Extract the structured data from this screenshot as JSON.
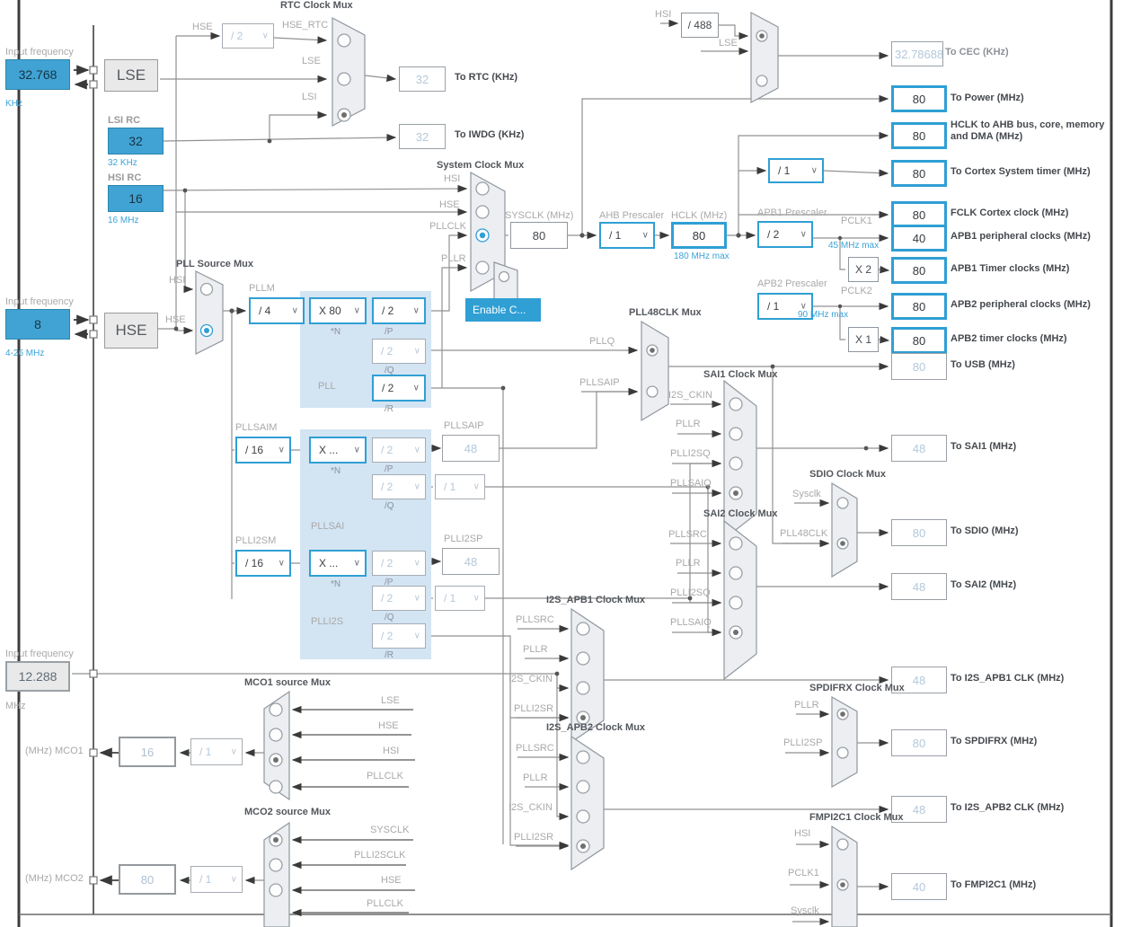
{
  "colors": {
    "accent": "#2f9fd4",
    "fill_blue": "#41a3d4",
    "disabled_text": "#b4c8da",
    "pll_block": "#d3e4f3",
    "note_blue": "#3aa3d9"
  },
  "left": {
    "lse_freq_label": "Input frequency",
    "lse_freq": "32.768",
    "lse_unit": "KHz",
    "lse": "LSE",
    "lsi_title": "LSI RC",
    "lsi_value": "32",
    "lsi_unit": "32 KHz",
    "hsi_title": "HSI RC",
    "hsi_value": "16",
    "hsi_unit": "16 MHz",
    "hse_freq_label": "Input frequency",
    "hse_freq": "8",
    "hse_range": "4-26 MHz",
    "hse": "HSE",
    "i2s_freq_label": "Input frequency",
    "i2s_freq": "12.288",
    "i2s_unit": "MHz",
    "mco1_label": "(MHz) MCO1",
    "mco1_value": "16",
    "mco1_div": "/ 1",
    "mco2_label": "(MHz) MCO2",
    "mco2_value": "80",
    "mco2_div": "/ 1"
  },
  "rtc": {
    "title": "RTC Clock Mux",
    "hse_label": "HSE",
    "hse_div": "/ 2",
    "hse_rtc": "HSE_RTC",
    "lse": "LSE",
    "lsi": "LSI",
    "selected": "LSI",
    "rtc_value": "32",
    "rtc_label": "To RTC (KHz)",
    "iwdg_value": "32",
    "iwdg_label": "To IWDG (KHz)"
  },
  "cec": {
    "hsi": "HSI",
    "div": "/ 488",
    "lse": "LSE",
    "selected": "HSI",
    "value": "32.78688",
    "label": "To CEC (KHz)"
  },
  "system": {
    "title": "System Clock Mux",
    "inputs": [
      "HSI",
      "HSE",
      "PLLCLK",
      "PLLR"
    ],
    "selected": "PLLCLK",
    "sysclk_label": "SYSCLK (MHz)",
    "sysclk": "80",
    "ahb_label": "AHB Prescaler",
    "ahb_div": "/ 1",
    "hclk_label": "HCLK (MHz)",
    "hclk": "80",
    "hclk_max": "180 MHz max"
  },
  "right": {
    "power": {
      "value": "80",
      "label": "To Power (MHz)"
    },
    "hclk_ahb": {
      "value": "80",
      "label": "HCLK to AHB bus, core, memory and DMA (MHz)"
    },
    "cortex": {
      "div": "/ 1",
      "value": "80",
      "label": "To Cortex System timer (MHz)"
    },
    "fclk": {
      "value": "80",
      "label": "FCLK Cortex clock (MHz)"
    },
    "apb1": {
      "presc_label": "APB1 Prescaler",
      "div": "/ 2",
      "pclk_label": "PCLK1",
      "max": "45 MHz max",
      "value": "40",
      "label": "APB1 peripheral clocks (MHz)",
      "mult": "X 2",
      "timer_value": "80",
      "timer_label": "APB1 Timer clocks (MHz)"
    },
    "apb2": {
      "presc_label": "APB2 Prescaler",
      "div": "/ 1",
      "pclk_label": "PCLK2",
      "max": "90 MHz max",
      "value": "80",
      "label": "APB2 peripheral clocks (MHz)",
      "mult": "X 1",
      "timer_value": "80",
      "timer_label": "APB2 timer clocks (MHz)"
    },
    "usb": {
      "value": "80",
      "label": "To USB (MHz)"
    }
  },
  "pll": {
    "title": "PLL Source Mux",
    "inputs": [
      "HSI",
      "HSE"
    ],
    "selected": "HSE",
    "pllm_label": "PLLM",
    "pllm": "/ 4",
    "n": "X 80",
    "n_label": "*N",
    "p": "/ 2",
    "p_label": "/P",
    "q": "/ 2",
    "q_label": "/Q",
    "r": "/ 2",
    "r_label": "/R",
    "block_label": "PLL",
    "enable_btn": "Enable C..."
  },
  "pll48": {
    "title": "PLL48CLK Mux",
    "inputs": [
      "PLLQ",
      "PLLSAIP"
    ],
    "selected": "PLLQ"
  },
  "pllsai": {
    "m_label": "PLLSAIM",
    "m": "/ 16",
    "n": "X ...",
    "n_label": "*N",
    "p": "/ 2",
    "p_label": "/P",
    "p_out_label": "PLLSAIP",
    "p_out": "48",
    "q": "/ 2",
    "q_label": "/Q",
    "q_div": "/ 1",
    "block_label": "PLLSAI"
  },
  "plli2s": {
    "m_label": "PLLI2SM",
    "m": "/ 16",
    "n": "X ...",
    "n_label": "*N",
    "p": "/ 2",
    "p_label": "/P",
    "p_out_label": "PLLI2SP",
    "p_out": "48",
    "q": "/ 2",
    "q_label": "/Q",
    "q_div": "/ 1",
    "r": "/ 2",
    "r_label": "/R",
    "block_label": "PLLI2S"
  },
  "sai1": {
    "title": "SAI1 Clock Mux",
    "inputs": [
      "I2S_CKIN",
      "PLLR",
      "PLLI2SQ",
      "PLLSAIQ"
    ],
    "selected": "PLLSAIQ",
    "value": "48",
    "label": "To SAI1 (MHz)"
  },
  "sdio": {
    "title": "SDIO Clock Mux",
    "inputs": [
      "Sysclk",
      "PLL48CLK"
    ],
    "selected": "PLL48CLK",
    "value": "80",
    "label": "To SDIO (MHz)"
  },
  "sai2": {
    "title": "SAI2 Clock Mux",
    "inputs": [
      "PLLSRC",
      "PLLR",
      "PLLI2SQ",
      "PLLSAIQ"
    ],
    "selected": "PLLSAIQ",
    "value": "48",
    "label": "To SAI2 (MHz)"
  },
  "i2s_apb1": {
    "title": "I2S_APB1 Clock Mux",
    "inputs": [
      "PLLSRC",
      "PLLR",
      "I2S_CKIN",
      "PLLI2SR"
    ],
    "selected": "PLLI2SR",
    "value": "48",
    "label": "To I2S_APB1 CLK (MHz)"
  },
  "spdifrx": {
    "title": "SPDIFRX Clock Mux",
    "inputs": [
      "PLLR",
      "PLLI2SP"
    ],
    "selected": "PLLR",
    "value": "80",
    "label": "To SPDIFRX (MHz)"
  },
  "i2s_apb2": {
    "title": "I2S_APB2 Clock Mux",
    "inputs": [
      "PLLSRC",
      "PLLR",
      "I2S_CKIN",
      "PLLI2SR"
    ],
    "selected": "PLLI2SR",
    "value": "48",
    "label": "To I2S_APB2 CLK (MHz)"
  },
  "fmpi2c1": {
    "title": "FMPI2C1 Clock Mux",
    "inputs": [
      "HSI",
      "PCLK1",
      "Sysclk"
    ],
    "selected": "PCLK1",
    "value": "40",
    "label": "To FMPI2C1 (MHz)"
  },
  "mco1": {
    "title": "MCO1 source Mux",
    "inputs": [
      "LSE",
      "HSE",
      "HSI",
      "PLLCLK"
    ],
    "selected": "HSI"
  },
  "mco2": {
    "title": "MCO2 source Mux",
    "inputs": [
      "SYSCLK",
      "PLLI2SCLK",
      "HSE",
      "PLLCLK"
    ],
    "selected": "SYSCLK"
  }
}
